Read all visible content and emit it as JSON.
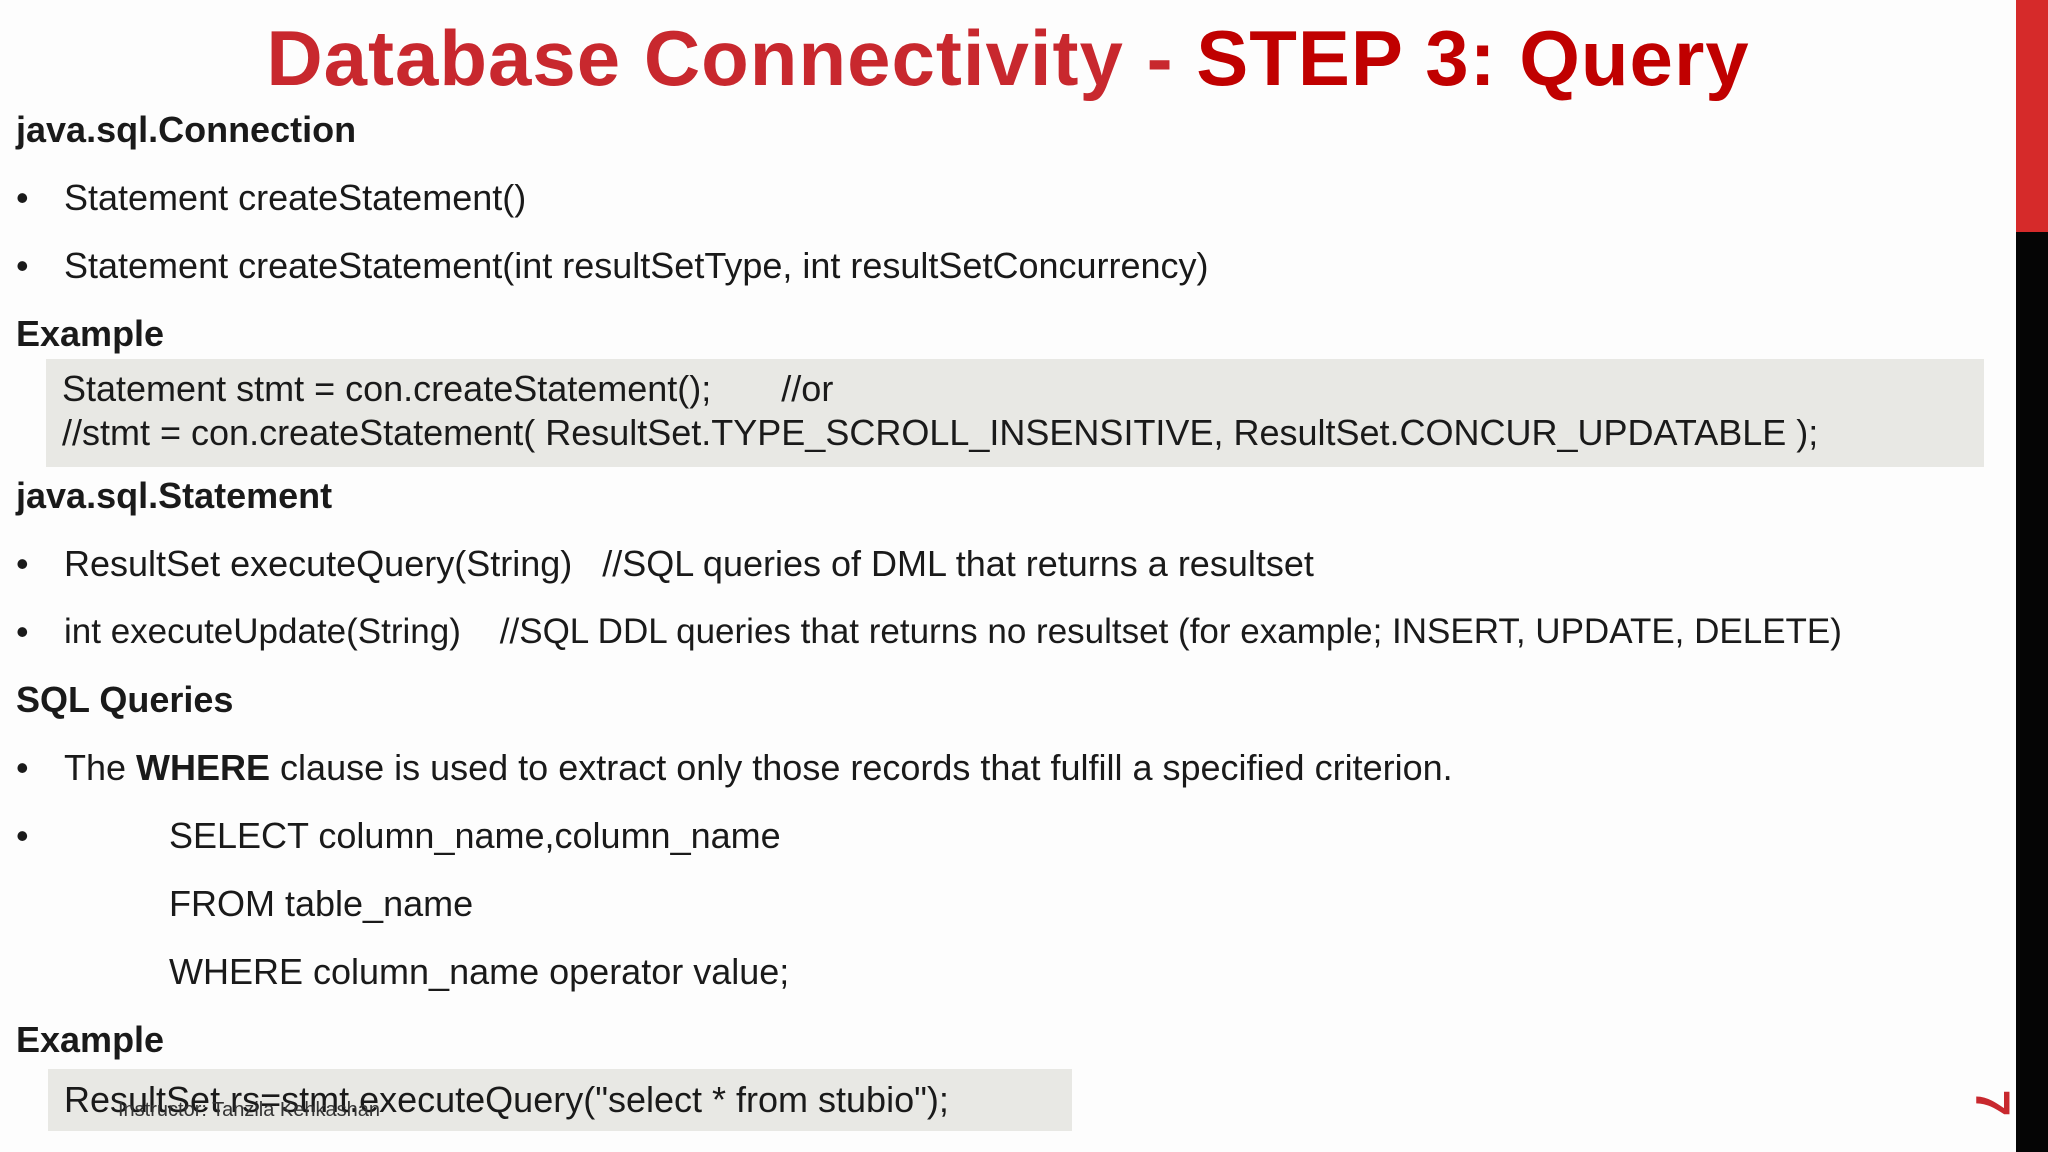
{
  "slide": {
    "title_main": "Database Connectivity - ",
    "title_step": "STEP 3: Query",
    "sections": {
      "connection_heading": "java.sql.Connection",
      "connection_bullets": [
        "Statement createStatement()",
        "Statement createStatement(int resultSetType, int resultSetConcurrency)"
      ],
      "example1_heading": "Example",
      "example1_code": [
        "Statement stmt = con.createStatement();       //or",
        "//stmt = con.createStatement( ResultSet.TYPE_SCROLL_INSENSITIVE, ResultSet.CONCUR_UPDATABLE );"
      ],
      "statement_heading": "java.sql.Statement",
      "statement_bullets": [
        "ResultSet executeQuery(String)   //SQL queries of DML that returns a resultset",
        "int executeUpdate(String)    //SQL DDL queries that returns no resultset (for example; INSERT, UPDATE, DELETE)"
      ],
      "sql_heading": "SQL Queries",
      "sql_bullet1_prefix": "The ",
      "sql_bullet1_bold": "WHERE",
      "sql_bullet1_suffix": " clause is used to extract only those records that fulfill a specified criterion.",
      "sql_syntax": [
        "SELECT column_name,column_name",
        "FROM table_name",
        "WHERE column_name operator value;"
      ],
      "example2_heading": "Example",
      "example2_code": "ResultSet rs=stmt.executeQuery(\"select * from stubio\");"
    },
    "footer": "Instructor: Tanzila Kehkashan",
    "page_number": "7",
    "bullet_symbol": "•"
  },
  "colors": {
    "title_red": "#c8282e",
    "step_red": "#c00000",
    "code_bg": "#e8e8e4",
    "side_red": "#d62a2a",
    "side_black": "#050505"
  }
}
